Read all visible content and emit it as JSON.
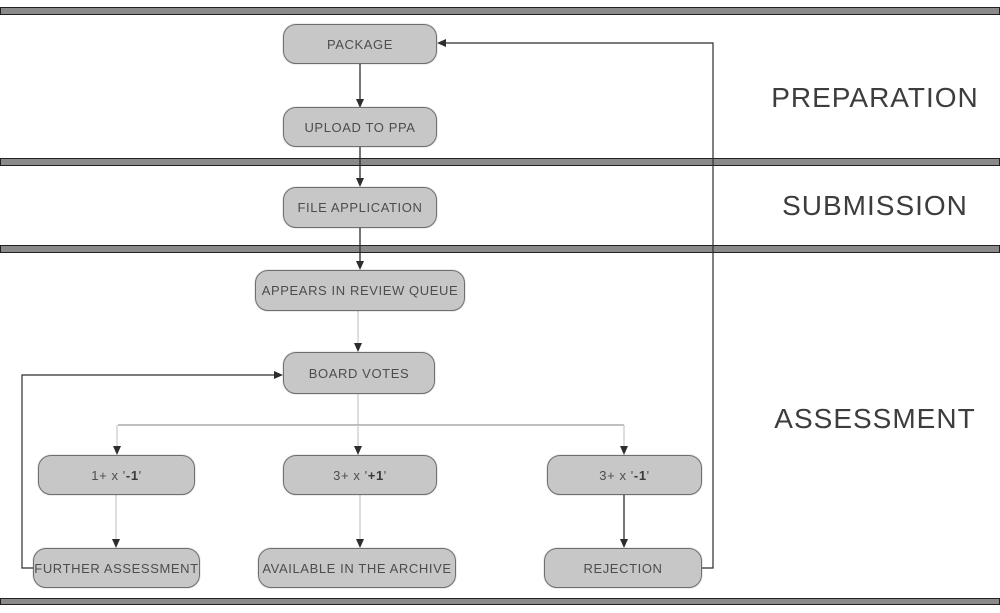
{
  "sections": [
    {
      "id": "preparation",
      "label": "PREPARATION"
    },
    {
      "id": "submission",
      "label": "SUBMISSION"
    },
    {
      "id": "assessment",
      "label": "ASSESSMENT"
    }
  ],
  "nodes": {
    "package": {
      "label": "PACKAGE"
    },
    "upload_to_ppa": {
      "label": "UPLOAD TO PPA"
    },
    "file_application": {
      "label": "FILE APPLICATION"
    },
    "review_queue": {
      "label": "APPEARS IN REVIEW QUEUE"
    },
    "board_votes": {
      "label": "BOARD VOTES"
    },
    "vote_one_minus": {
      "prefix": "1+ x '",
      "bold": "-1",
      "suffix": "'"
    },
    "vote_three_plus": {
      "prefix": "3+ x '",
      "bold": "+1",
      "suffix": "'"
    },
    "vote_three_minus": {
      "prefix": "3+ x '",
      "bold": "-1",
      "suffix": "'"
    },
    "further_assessment": {
      "label": "FURTHER ASSESSMENT"
    },
    "available_in_archive": {
      "label": "AVAILABLE IN THE ARCHIVE"
    },
    "rejection": {
      "label": "REJECTION"
    }
  },
  "edges": [
    {
      "from": "package",
      "to": "upload_to_ppa"
    },
    {
      "from": "upload_to_ppa",
      "to": "file_application"
    },
    {
      "from": "file_application",
      "to": "review_queue"
    },
    {
      "from": "review_queue",
      "to": "board_votes"
    },
    {
      "from": "board_votes",
      "to": "vote_one_minus"
    },
    {
      "from": "board_votes",
      "to": "vote_three_plus"
    },
    {
      "from": "board_votes",
      "to": "vote_three_minus"
    },
    {
      "from": "vote_one_minus",
      "to": "further_assessment"
    },
    {
      "from": "vote_three_plus",
      "to": "available_in_archive"
    },
    {
      "from": "vote_three_minus",
      "to": "rejection"
    },
    {
      "from": "further_assessment",
      "to": "board_votes"
    },
    {
      "from": "rejection",
      "to": "package"
    }
  ],
  "colors": {
    "node_fill": "#c7c7c7",
    "node_border": "#6e6e6e",
    "node_text": "#4d4d4d",
    "bar_fill": "#8a8a8a",
    "bar_border": "#222222",
    "section_text": "#3d3d3d",
    "connector_dark": "#2d2d2d",
    "connector_mid": "#9b9b9b",
    "connector_light": "#cccccc",
    "background": "#ffffff"
  }
}
